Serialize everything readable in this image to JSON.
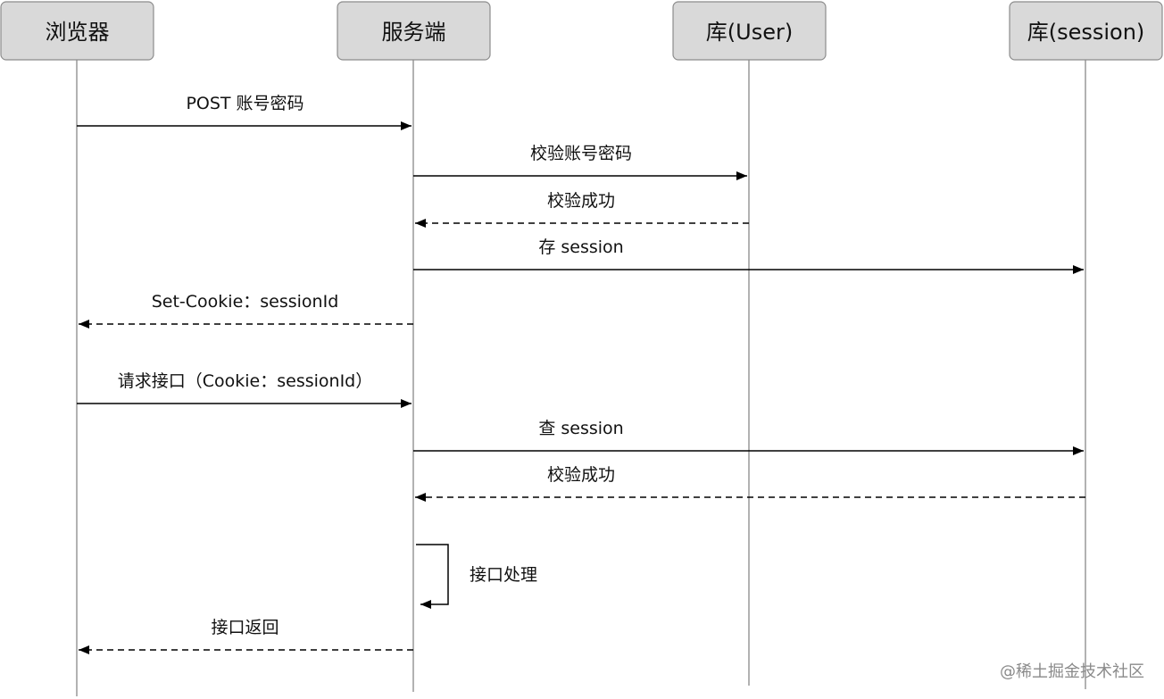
{
  "participants": [
    {
      "id": "browser",
      "label": "浏览器"
    },
    {
      "id": "server",
      "label": "服务端"
    },
    {
      "id": "db_user",
      "label": "库(User)"
    },
    {
      "id": "db_session",
      "label": "库(session)"
    }
  ],
  "messages": [
    {
      "from": "browser",
      "to": "server",
      "label": "POST 账号密码",
      "style": "solid"
    },
    {
      "from": "server",
      "to": "db_user",
      "label": "校验账号密码",
      "style": "solid"
    },
    {
      "from": "db_user",
      "to": "server",
      "label": "校验成功",
      "style": "dashed"
    },
    {
      "from": "server",
      "to": "db_session",
      "label": "存 session",
      "style": "solid"
    },
    {
      "from": "server",
      "to": "browser",
      "label": "Set-Cookie：sessionId",
      "style": "dashed"
    },
    {
      "from": "browser",
      "to": "server",
      "label": "请求接口（Cookie：sessionId）",
      "style": "solid"
    },
    {
      "from": "server",
      "to": "db_session",
      "label": "查 session",
      "style": "solid"
    },
    {
      "from": "db_session",
      "to": "server",
      "label": "校验成功",
      "style": "dashed"
    },
    {
      "from": "server",
      "to": "server",
      "label": "接口处理",
      "style": "self"
    },
    {
      "from": "server",
      "to": "browser",
      "label": "接口返回",
      "style": "dashed"
    }
  ],
  "watermark": "@稀土掘金技术社区",
  "colors": {
    "box_fill": "#d9d9d9",
    "box_stroke": "#8c8c8c",
    "line": "#000000",
    "lifeline": "#7f7f7f"
  }
}
